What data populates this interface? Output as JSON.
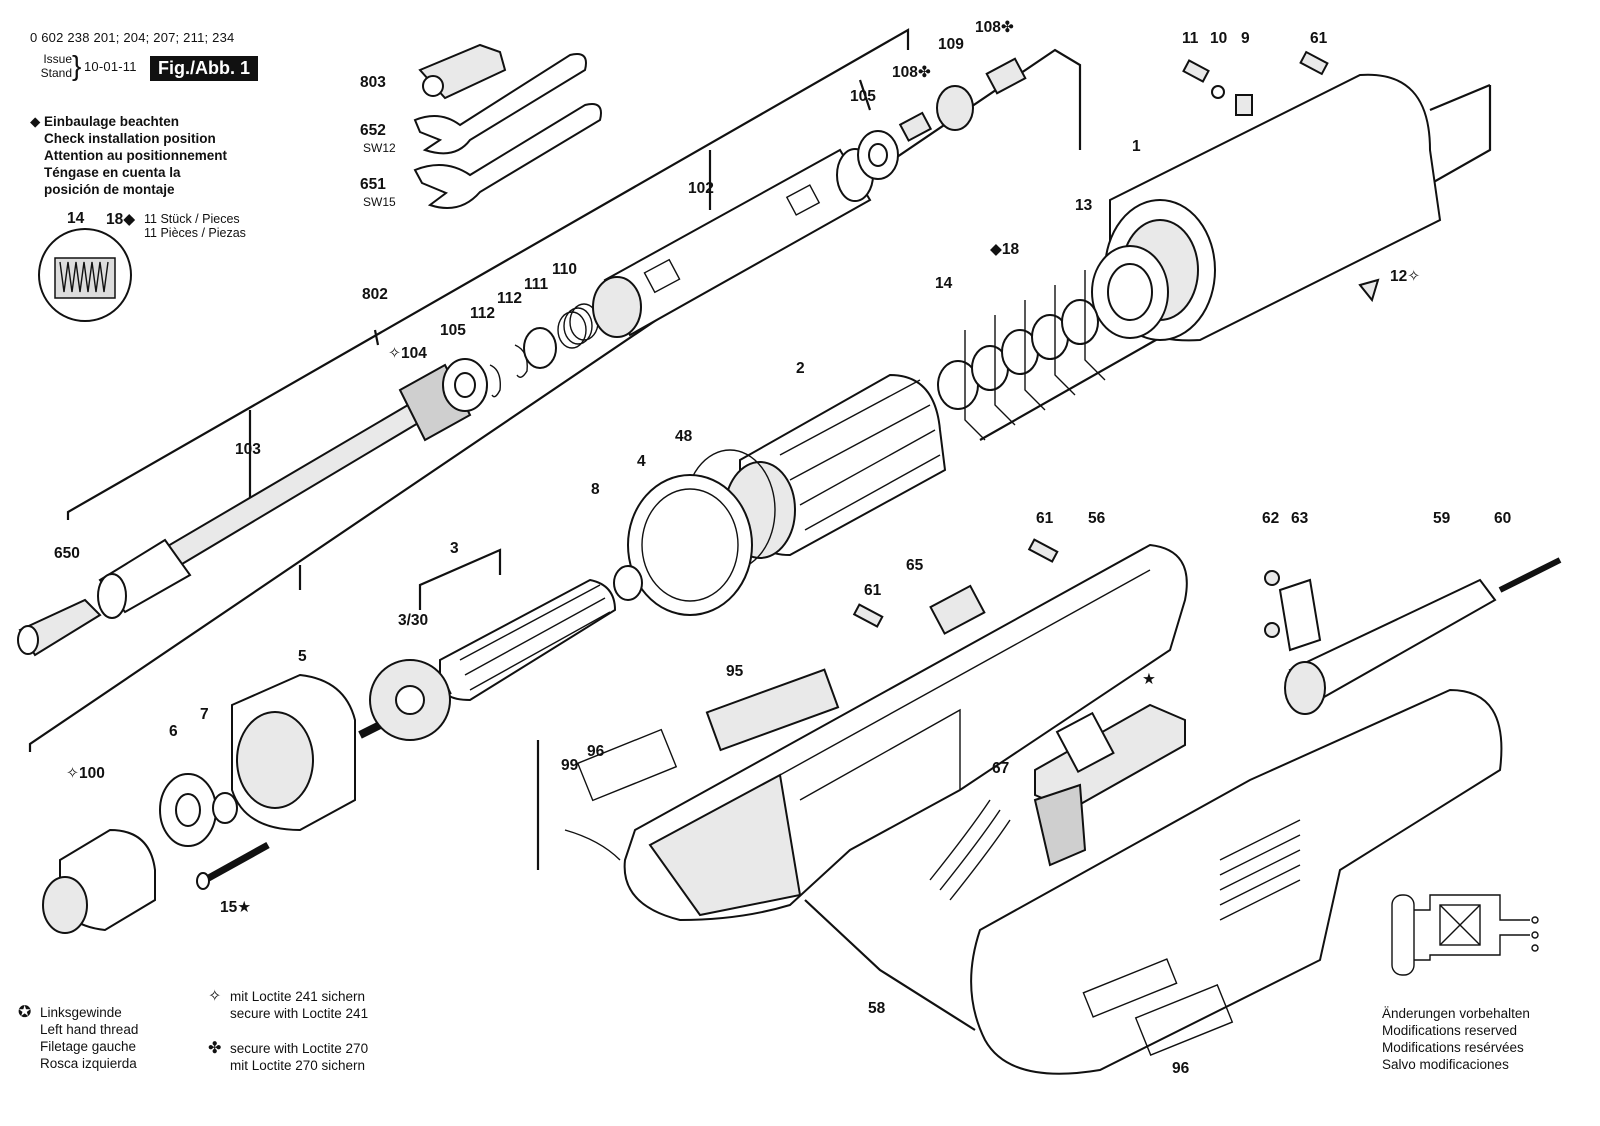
{
  "header": {
    "part_numbers": "0 602 238 201; 204; 207; 211; 234",
    "issue_label_1": "Issue",
    "issue_label_2": "Stand",
    "issue_date": "10-01-11",
    "figure": "Fig./Abb. 1"
  },
  "install_note": {
    "symbol": "◆",
    "lines": [
      "Einbaulage beachten",
      "Check installation position",
      "Attention au positionnement",
      "Téngase en cuenta la",
      "posición de montaje"
    ]
  },
  "inset": {
    "label_14": "14",
    "label_18": "18◆",
    "count_line_1": "11 Stück / Pieces",
    "count_line_2": "11 Pièces / Piezas"
  },
  "legend": {
    "left_hand": [
      "Linksgewinde",
      "Left hand thread",
      "Filetage gauche",
      "Rosca izquierda"
    ],
    "loctite_241": [
      "mit Loctite 241 sichern",
      "secure with Loctite 241"
    ],
    "loctite_270": [
      "secure with Loctite 270",
      "mit Loctite 270 sichern"
    ],
    "modifications": [
      "Änderungen vorbehalten",
      "Modifications reserved",
      "Modifications resérvées",
      "Salvo modificaciones"
    ]
  },
  "part_labels": {
    "p803": "803",
    "p652": "652",
    "sw12": "SW12",
    "p651": "651",
    "sw15": "SW15",
    "p802": "802",
    "p103": "103",
    "p650": "650",
    "p104": "104",
    "p105a": "105",
    "p112a": "112",
    "p112b": "112",
    "p111": "111",
    "p110": "110",
    "p102": "102",
    "p105b": "105",
    "p108a": "108",
    "p109": "109",
    "p108b": "108",
    "p11": "11",
    "p10": "10",
    "p9": "9",
    "p61a": "61",
    "p1": "1",
    "p13": "13",
    "p18": "18",
    "p14": "14",
    "p12": "12",
    "p2": "2",
    "p48": "48",
    "p4": "4",
    "p8": "8",
    "p3": "3",
    "p330": "3/30",
    "p5": "5",
    "p6": "6",
    "p7": "7",
    "p100": "100",
    "p15": "15",
    "p61b": "61",
    "p56": "56",
    "p62": "62",
    "p63": "63",
    "p59": "59",
    "p60": "60",
    "p65": "65",
    "p61c": "61",
    "p95": "95",
    "p99": "99",
    "p96a": "96",
    "p67": "67",
    "p58": "58",
    "p96b": "96"
  },
  "symbols": {
    "star": "★",
    "loctite_241": "✧",
    "loctite_270": "✤",
    "left_hand": "✪"
  }
}
